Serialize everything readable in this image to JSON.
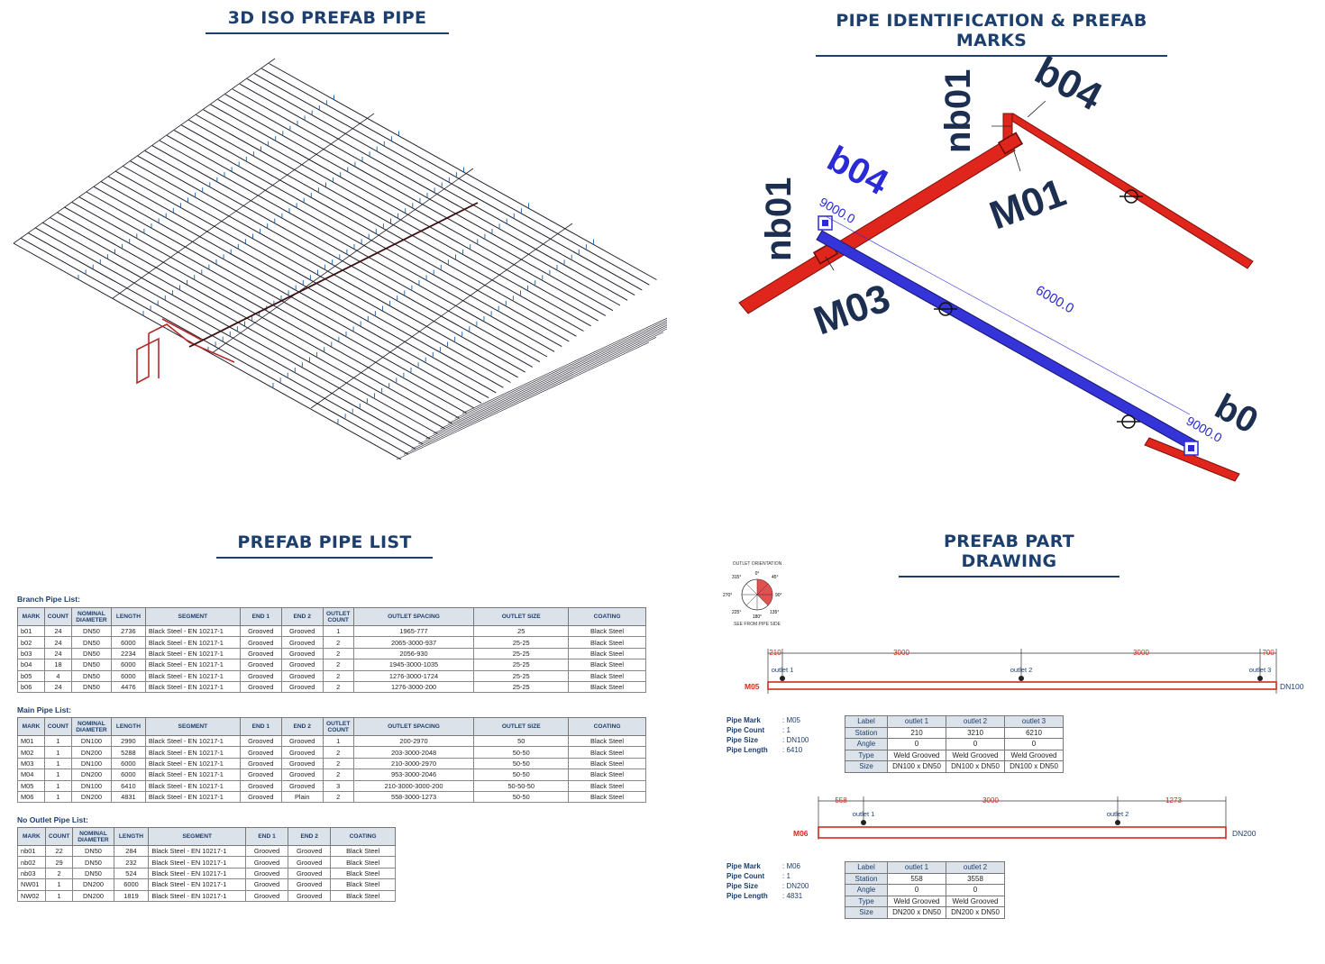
{
  "titles": {
    "iso": "3D ISO PREFAB PIPE",
    "ident": "PIPE IDENTIFICATION & PREFAB MARKS",
    "list": "PREFAB PIPE LIST",
    "drawing": "PREFAB PART DRAWING"
  },
  "ident": {
    "labels": {
      "nb01_top": "nb01",
      "b04_top": "b04",
      "m01": "M01",
      "b04_blue": "b04",
      "nb01_left": "nb01",
      "m03": "M03",
      "bo_cut": "b0"
    },
    "dims": {
      "d9000_top": "9000.0",
      "d6000": "6000.0",
      "d9000_bottom": "9000.0"
    }
  },
  "colors": {
    "main_pipe": "#e0261c",
    "branch_pipe": "#2a2ad6",
    "title": "#1d3f6e",
    "header_bg": "#dbe2ea"
  },
  "lists": {
    "branch": {
      "label": "Branch Pipe List:",
      "headers": [
        "MARK",
        "COUNT",
        "NOMINAL DIAMETER",
        "LENGTH",
        "SEGMENT",
        "END 1",
        "END 2",
        "OUTLET COUNT",
        "OUTLET SPACING",
        "OUTLET SIZE",
        "COATING"
      ],
      "rows": [
        [
          "b01",
          "24",
          "DN50",
          "2736",
          "Black Steel - EN 10217-1",
          "Grooved",
          "Grooved",
          "1",
          "1965-777",
          "25",
          "Black Steel"
        ],
        [
          "b02",
          "24",
          "DN50",
          "6000",
          "Black Steel - EN 10217-1",
          "Grooved",
          "Grooved",
          "2",
          "2065-3000-937",
          "25-25",
          "Black Steel"
        ],
        [
          "b03",
          "24",
          "DN50",
          "2234",
          "Black Steel - EN 10217-1",
          "Grooved",
          "Grooved",
          "2",
          "2056-930",
          "25-25",
          "Black Steel"
        ],
        [
          "b04",
          "18",
          "DN50",
          "6000",
          "Black Steel - EN 10217-1",
          "Grooved",
          "Grooved",
          "2",
          "1945-3000-1035",
          "25-25",
          "Black Steel"
        ],
        [
          "b05",
          "4",
          "DN50",
          "6000",
          "Black Steel - EN 10217-1",
          "Grooved",
          "Grooved",
          "2",
          "1276-3000-1724",
          "25-25",
          "Black Steel"
        ],
        [
          "b06",
          "24",
          "DN50",
          "4476",
          "Black Steel - EN 10217-1",
          "Grooved",
          "Grooved",
          "2",
          "1276-3000-200",
          "25-25",
          "Black Steel"
        ]
      ]
    },
    "main": {
      "label": "Main Pipe List:",
      "headers": [
        "MARK",
        "COUNT",
        "NOMINAL DIAMETER",
        "LENGTH",
        "SEGMENT",
        "END 1",
        "END 2",
        "OUTLET COUNT",
        "OUTLET SPACING",
        "OUTLET SIZE",
        "COATING"
      ],
      "rows": [
        [
          "M01",
          "1",
          "DN100",
          "2990",
          "Black Steel - EN 10217-1",
          "Grooved",
          "Grooved",
          "1",
          "200-2970",
          "50",
          "Black Steel"
        ],
        [
          "M02",
          "1",
          "DN200",
          "5288",
          "Black Steel - EN 10217-1",
          "Grooved",
          "Grooved",
          "2",
          "203-3000-2048",
          "50-50",
          "Black Steel"
        ],
        [
          "M03",
          "1",
          "DN100",
          "6000",
          "Black Steel - EN 10217-1",
          "Grooved",
          "Grooved",
          "2",
          "210-3000-2970",
          "50-50",
          "Black Steel"
        ],
        [
          "M04",
          "1",
          "DN200",
          "6000",
          "Black Steel - EN 10217-1",
          "Grooved",
          "Grooved",
          "2",
          "953-3000-2046",
          "50-50",
          "Black Steel"
        ],
        [
          "M05",
          "1",
          "DN100",
          "6410",
          "Black Steel - EN 10217-1",
          "Grooved",
          "Grooved",
          "3",
          "210-3000-3000-200",
          "50-50-50",
          "Black Steel"
        ],
        [
          "M06",
          "1",
          "DN200",
          "4831",
          "Black Steel - EN 10217-1",
          "Grooved",
          "Plain",
          "2",
          "558-3000-1273",
          "50-50",
          "Black Steel"
        ]
      ]
    },
    "nooutlet": {
      "label": "No Outlet Pipe List:",
      "headers": [
        "MARK",
        "COUNT",
        "NOMINAL DIAMETER",
        "LENGTH",
        "SEGMENT",
        "END 1",
        "END 2",
        "COATING"
      ],
      "rows": [
        [
          "nb01",
          "22",
          "DN50",
          "284",
          "Black Steel - EN 10217-1",
          "Grooved",
          "Grooved",
          "Black Steel"
        ],
        [
          "nb02",
          "29",
          "DN50",
          "232",
          "Black Steel - EN 10217-1",
          "Grooved",
          "Grooved",
          "Black Steel"
        ],
        [
          "nb03",
          "2",
          "DN50",
          "524",
          "Black Steel - EN 10217-1",
          "Grooved",
          "Grooved",
          "Black Steel"
        ],
        [
          "NW01",
          "1",
          "DN200",
          "6000",
          "Black Steel - EN 10217-1",
          "Grooved",
          "Grooved",
          "Black Steel"
        ],
        [
          "NW02",
          "1",
          "DN200",
          "1819",
          "Black Steel - EN 10217-1",
          "Grooved",
          "Grooved",
          "Black Steel"
        ]
      ]
    }
  },
  "compass": {
    "title": "OUTLET ORIENTATION",
    "caption": "SEE FROM PIPE SIDE",
    "a0": "0°",
    "a45": "45°",
    "a90": "90°",
    "a135": "135°",
    "a180": "180°",
    "a225": "225°",
    "a270": "270°",
    "a315": "315°"
  },
  "m05": {
    "mark": "M05",
    "size": "DN100",
    "dims": [
      "210",
      "3000",
      "3000",
      "700"
    ],
    "outlets": [
      "outlet 1",
      "outlet 2",
      "outlet 3"
    ],
    "info": [
      [
        "Pipe Mark",
        ": M05"
      ],
      [
        "Pipe Count",
        ": 1"
      ],
      [
        "Pipe Size",
        ": DN100"
      ],
      [
        "Pipe Length",
        ": 6410"
      ]
    ],
    "table": [
      [
        "Label",
        "outlet 1",
        "outlet 2",
        "outlet 3"
      ],
      [
        "Station",
        "210",
        "3210",
        "6210"
      ],
      [
        "Angle",
        "0",
        "0",
        "0"
      ],
      [
        "Type",
        "Weld Grooved",
        "Weld Grooved",
        "Weld Grooved"
      ],
      [
        "Size",
        "DN100 x DN50",
        "DN100 x DN50",
        "DN100 x DN50"
      ]
    ]
  },
  "m06": {
    "mark": "M06",
    "size": "DN200",
    "dims": [
      "558",
      "3000",
      "1273"
    ],
    "outlets": [
      "outlet 1",
      "outlet 2"
    ],
    "info": [
      [
        "Pipe Mark",
        ": M06"
      ],
      [
        "Pipe Count",
        ": 1"
      ],
      [
        "Pipe Size",
        ": DN200"
      ],
      [
        "Pipe Length",
        ": 4831"
      ]
    ],
    "table": [
      [
        "Label",
        "outlet 1",
        "outlet 2"
      ],
      [
        "Station",
        "558",
        "3558"
      ],
      [
        "Angle",
        "0",
        "0"
      ],
      [
        "Type",
        "Weld Grooved",
        "Weld Grooved"
      ],
      [
        "Size",
        "DN200 x DN50",
        "DN200 x DN50"
      ]
    ]
  }
}
